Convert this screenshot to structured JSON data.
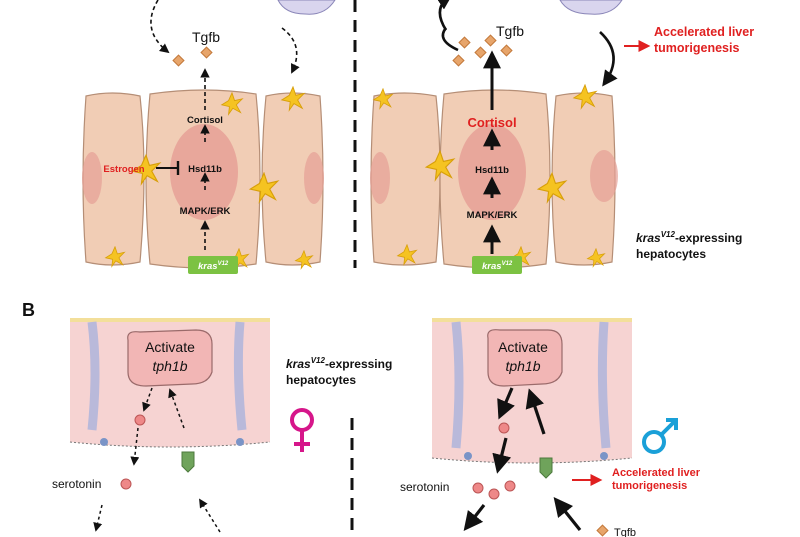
{
  "colors": {
    "cell": "#f1cdb5",
    "cell_edge": "#b58e76",
    "nucleus": "#e6a096",
    "yellow": "#f5c321",
    "pink_tissue": "#f6d3d2",
    "lavender": "#b9b9da",
    "kras_box": "#7cc242",
    "red": "#e02020",
    "female": "#d6168a",
    "male": "#1aa0d8",
    "tgfb": "#e7a56b"
  },
  "top_left": {
    "tgfb": "Tgfb",
    "cortisol": "Cortisol",
    "hsd11b": "Hsd11b",
    "mapk": "MAPK/ERK",
    "estrogen": "Estrogen",
    "kras_base": "kras",
    "kras_sup": "V12"
  },
  "top_right": {
    "tgfb": "Tgfb",
    "cortisol": "Cortisol",
    "hsd11b": "Hsd11b",
    "mapk": "MAPK/ERK",
    "kras_base": "kras",
    "kras_sup": "V12",
    "accel_line1": "Accelerated liver",
    "accel_line2": "tumorigenesis",
    "hep_base": "kras",
    "hep_sup": "V12",
    "hep_rest": "-expressing",
    "hep_line2": "hepatocytes"
  },
  "panel_b": {
    "label": "B",
    "left_activate": "Activate",
    "left_gene": "tph1b",
    "left_serotonin": "serotonin",
    "hep_base": "kras",
    "hep_sup": "V12",
    "hep_rest": "-expressing",
    "hep_line2": "hepatocytes",
    "right_activate": "Activate",
    "right_gene": "tph1b",
    "right_serotonin": "serotonin",
    "accel_line1": "Accelerated liver",
    "accel_line2": "tumorigenesis",
    "tgfb": "Tgfb"
  }
}
